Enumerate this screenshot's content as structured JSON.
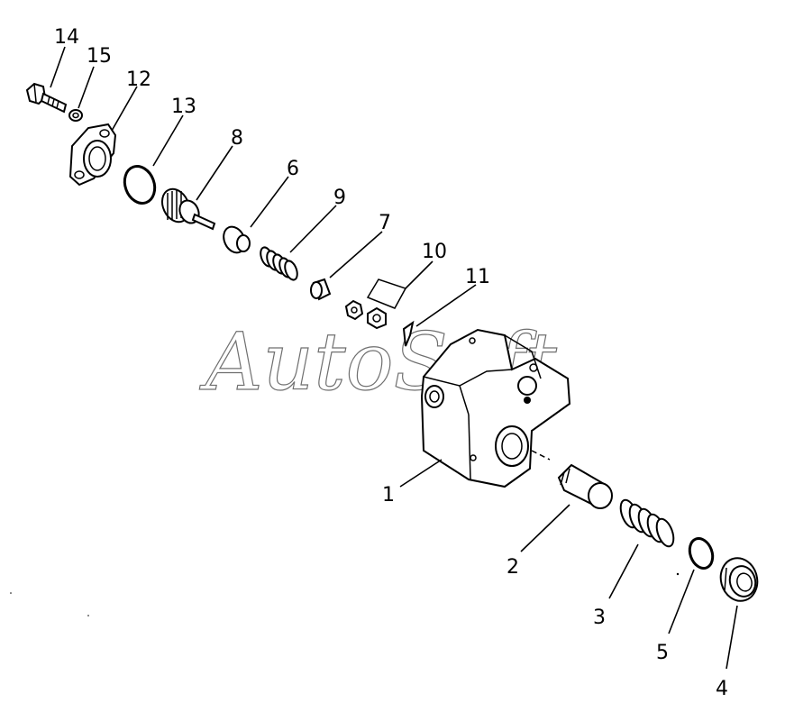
{
  "watermark": "AutoSoft",
  "callouts": [
    {
      "id": "14",
      "label": "14"
    },
    {
      "id": "15",
      "label": "15"
    },
    {
      "id": "12",
      "label": "12"
    },
    {
      "id": "13",
      "label": "13"
    },
    {
      "id": "8",
      "label": "8"
    },
    {
      "id": "6",
      "label": "6"
    },
    {
      "id": "9",
      "label": "9"
    },
    {
      "id": "7",
      "label": "7"
    },
    {
      "id": "10",
      "label": "10"
    },
    {
      "id": "11",
      "label": "11"
    },
    {
      "id": "1",
      "label": "1"
    },
    {
      "id": "2",
      "label": "2"
    },
    {
      "id": "3",
      "label": "3"
    },
    {
      "id": "5",
      "label": "5"
    },
    {
      "id": "4",
      "label": "4"
    }
  ]
}
